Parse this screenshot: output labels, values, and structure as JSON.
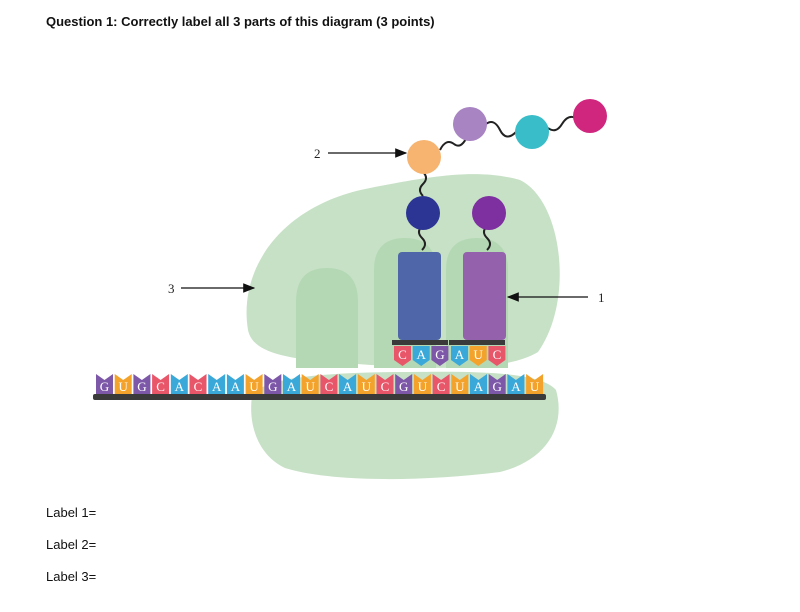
{
  "question": {
    "text": "Question 1: Correctly label all 3 parts of this diagram (3 points)"
  },
  "diagram": {
    "callouts": [
      "1",
      "2",
      "3"
    ],
    "mrna_bases": [
      "G",
      "U",
      "G",
      "C",
      "A",
      "C",
      "A",
      "A",
      "U",
      "G",
      "A",
      "U",
      "C",
      "A",
      "U",
      "C",
      "G",
      "U",
      "C",
      "U",
      "A",
      "G",
      "A",
      "U"
    ],
    "anticodon_left": [
      "C",
      "A",
      "G"
    ],
    "anticodon_right": [
      "A",
      "U",
      "C"
    ],
    "base_colors": {
      "A": "#3aa9d9",
      "C": "#e8566a",
      "G": "#7d58a8",
      "U": "#f3a32b"
    },
    "trna_colors": {
      "left": "#4f67a8",
      "right": "#9462ad"
    },
    "amino_acid_colors": [
      "#2d3594",
      "#7e2fa0",
      "#f6b470",
      "#a884c2",
      "#39bdc8",
      "#d0267e"
    ],
    "ribosome_color": "#c7e1c6"
  },
  "labels": [
    "Label 1=",
    "Label 2=",
    "Label 3="
  ]
}
